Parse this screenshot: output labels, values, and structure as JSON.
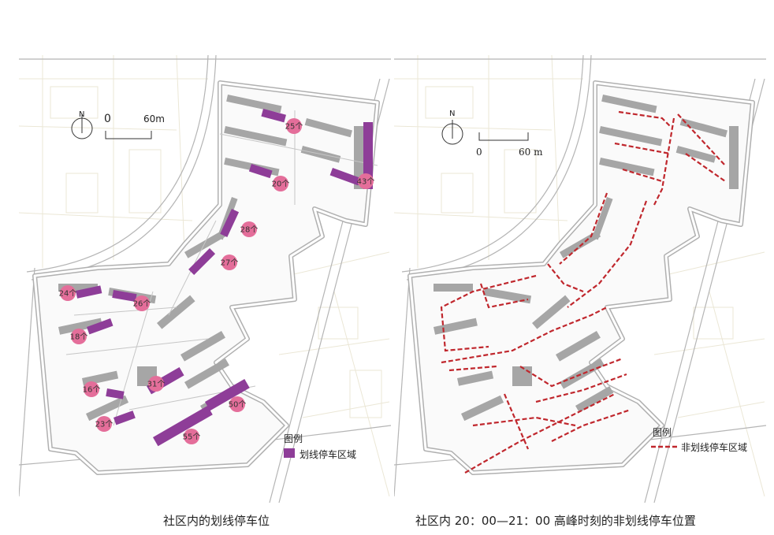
{
  "left_map": {
    "caption": "社区内的划线停车位",
    "north_label": "N",
    "scale_zero": "0",
    "scale_length": "60m",
    "legend_title": "图例",
    "legend_label": "划线停车区域",
    "legend_color": "#8e3d98",
    "marker_color": "#e46e9a",
    "parking_counts": [
      {
        "id": "a",
        "label": "25个"
      },
      {
        "id": "b",
        "label": "20个"
      },
      {
        "id": "c",
        "label": "43个"
      },
      {
        "id": "d",
        "label": "28个"
      },
      {
        "id": "e",
        "label": "27个"
      },
      {
        "id": "f",
        "label": "24个"
      },
      {
        "id": "g",
        "label": "26个"
      },
      {
        "id": "h",
        "label": "18个"
      },
      {
        "id": "i",
        "label": "31个"
      },
      {
        "id": "j",
        "label": "16个"
      },
      {
        "id": "k",
        "label": "50个"
      },
      {
        "id": "l",
        "label": "23个"
      },
      {
        "id": "m",
        "label": "55个"
      }
    ]
  },
  "right_map": {
    "caption": "社区内 20：00—21：00 高峰时刻的非划线停车位置",
    "north_label": "N",
    "scale_zero": "0",
    "scale_length": "60 m",
    "legend_title": "图例",
    "legend_label": "非划线停车区域",
    "legend_color": "#c0272d"
  },
  "colors": {
    "building": "#a8a8a8",
    "road_outline": "#9a9a9a",
    "background_street": "#ece9dc"
  }
}
